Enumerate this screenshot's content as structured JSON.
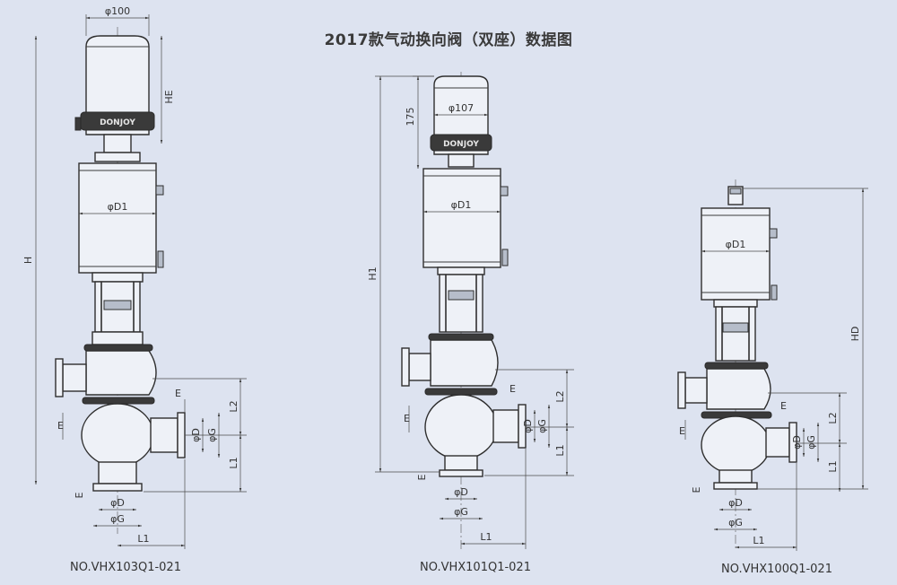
{
  "title": "2017款气动换向阀（双座）数据图",
  "brand": "DONJOY",
  "valves": [
    {
      "model": "NO.VHX103Q1-021",
      "labels": {
        "top_dia": "φ100",
        "he": "HE",
        "d1": "φD1",
        "h": "H",
        "e_upper": "E",
        "e_side": "E",
        "l2": "L2",
        "l1_side": "L1",
        "d": "φD",
        "g": "φG",
        "e_bottom": "E",
        "d_bottom": "φD",
        "g_bottom": "φG",
        "l1_bottom": "L1"
      }
    },
    {
      "model": "NO.VHX101Q1-021",
      "labels": {
        "top_dia": "φ107",
        "h175": "175",
        "d1": "φD1",
        "h": "H1",
        "e_upper": "E",
        "e_side": "E",
        "l2": "L2",
        "l1_side": "L1",
        "d": "φD",
        "g": "φG",
        "e_bottom": "E",
        "d_bottom": "φD",
        "g_bottom": "φG",
        "l1_bottom": "L1"
      }
    },
    {
      "model": "NO.VHX100Q1-021",
      "labels": {
        "d1": "φD1",
        "h": "HD",
        "e_upper": "E",
        "e_side": "E",
        "l2": "L2",
        "l1_side": "L1",
        "d": "φD",
        "g": "φG",
        "e_bottom": "E",
        "d_bottom": "φD",
        "g_bottom": "φG",
        "l1_bottom": "L1"
      }
    }
  ]
}
